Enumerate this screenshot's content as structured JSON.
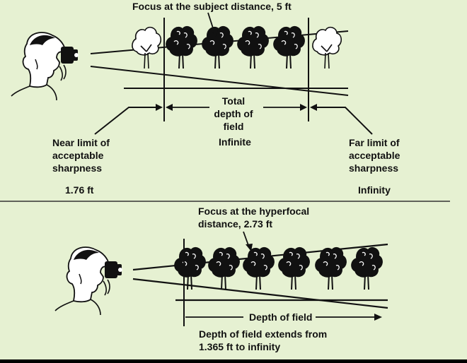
{
  "top": {
    "focus_label": "Focus at the subject distance, 5 ft",
    "total_dof_label": "Total\ndepth of\nfield",
    "total_dof_value": "Infinite",
    "near_label": "Near limit of\nacceptable\nsharpness",
    "near_value": "1.76 ft",
    "far_label": "Far limit of\nacceptable\nsharpness",
    "far_value": "Infinity"
  },
  "bottom": {
    "focus_label": "Focus at the hyperfocal\ndistance, 2.73 ft",
    "dof_label": "Depth of field",
    "extends_label": "Depth of field extends from\n1.365 ft to infinity"
  },
  "colors": {
    "background": "#e6f1d2",
    "ink": "#111111",
    "frame": "#000000"
  }
}
